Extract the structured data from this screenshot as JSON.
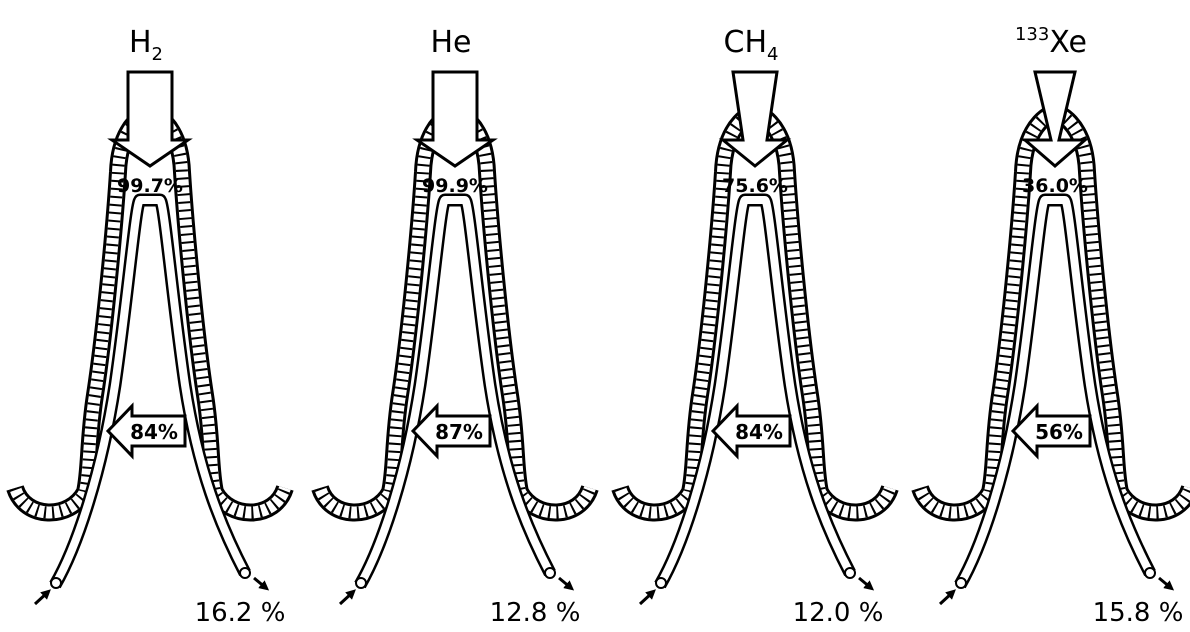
{
  "panels": [
    {
      "gas": "H",
      "sub": "2",
      "sup": "",
      "top_percent": "99.7%",
      "mid_percent": "84%",
      "out_percent": "16.2 %",
      "top_arrow": "block"
    },
    {
      "gas": "He",
      "sub": "",
      "sup": "",
      "top_percent": "99.9%",
      "mid_percent": "87%",
      "out_percent": "12.8 %",
      "top_arrow": "block"
    },
    {
      "gas": "CH",
      "sub": "4",
      "sup": "",
      "top_percent": "75.6%",
      "mid_percent": "84%",
      "out_percent": "12.0 %",
      "top_arrow": "medium-taper"
    },
    {
      "gas": "Xe",
      "sub": "",
      "sup": "133",
      "top_percent": "36.0%",
      "mid_percent": "56%",
      "out_percent": "15.8 %",
      "top_arrow": "narrow-taper"
    }
  ]
}
